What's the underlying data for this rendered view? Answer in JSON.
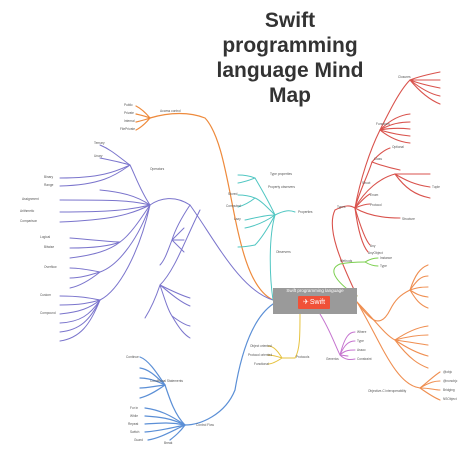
{
  "title_lines": [
    "Swift",
    "programming",
    "language Mind",
    "Map"
  ],
  "center": {
    "label": "Swift programming language",
    "badge": "Swift"
  },
  "colors": {
    "access": "#ee8a3c",
    "operators": "#7a74cc",
    "properties": "#50c6c2",
    "types": "#d9524c",
    "methods": "#7bcf4e",
    "protocols": "#e6c23e",
    "generics": "#c573cf",
    "objc": "#ef8e50",
    "control": "#5b8fd6",
    "center_box": "#9a9a9a",
    "badge": "#f05138"
  },
  "branches": {
    "access": {
      "label": "Access control",
      "items": [
        "Public",
        "Private",
        "Internal",
        "FilePrivate"
      ]
    },
    "operators": {
      "label": "Operators",
      "items": [
        "Ternary",
        "Unary",
        "Binary",
        "Range",
        "Assignment",
        "Arithmetic",
        "Comparison",
        "Logical",
        "Bitwise",
        "Overflow",
        "Custom",
        "Compound"
      ]
    },
    "properties": {
      "label": "Properties",
      "items": [
        "Type properties",
        "Property observers",
        "Stored",
        "Computed",
        "Lazy",
        "Observers"
      ]
    },
    "types": {
      "label": "Types",
      "items": [
        "Functions",
        "Closures",
        "Class",
        "Struct",
        "Enum",
        "Optional",
        "Tuple",
        "Protocol",
        "Any",
        "AnyObject",
        "Structure"
      ]
    },
    "methods": {
      "label": "Methods",
      "items": [
        "Instance",
        "Type"
      ]
    },
    "protocols": {
      "label": "Protocols",
      "items": [
        "Object oriented",
        "Protocol oriented",
        "Functional"
      ]
    },
    "generics": {
      "label": "Generics",
      "items": [
        "Where",
        "Type",
        "Assoc",
        "Constraint"
      ]
    },
    "objc": {
      "label": "Objective-C interoperability",
      "items": [
        "@objc",
        "@nonobjc",
        "Bridging",
        "NSObject"
      ]
    },
    "control": {
      "label": "Control Flow",
      "items": [
        "Conditional Statements",
        "For in",
        "While",
        "Repeat",
        "Switch",
        "Guard",
        "Break",
        "Continue"
      ]
    }
  }
}
